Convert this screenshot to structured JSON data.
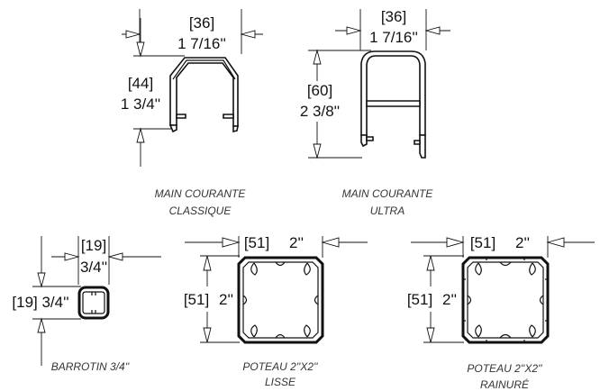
{
  "profiles": {
    "classique": {
      "width_mm": "[36]",
      "width_in": "1 7/16''",
      "height_mm": "[44]",
      "height_in": "1 3/4''",
      "caption_line1": "MAIN COURANTE",
      "caption_line2": "CLASSIQUE"
    },
    "ultra": {
      "width_mm": "[36]",
      "width_in": "1 7/16''",
      "height_mm": "[60]",
      "height_in": "2 3/8''",
      "caption_line1": "MAIN COURANTE",
      "caption_line2": "ULTRA"
    },
    "barrotin": {
      "width_mm": "[19]",
      "width_in": "3/4''",
      "height_label": "[19] 3/4''",
      "caption": "BARROTIN 3/4''"
    },
    "poteau_lisse": {
      "width_label_mm": "[51]",
      "width_label_in": "2''",
      "height_label_mm": "[51]",
      "height_label_in": "2''",
      "caption_line1": "POTEAU 2''X2''",
      "caption_line2": "LISSE"
    },
    "poteau_rainure": {
      "width_label_mm": "[51]",
      "width_label_in": "2''",
      "height_label_mm": "[51]",
      "height_label_in": "2''",
      "caption_line1": "POTEAU 2''X2''",
      "caption_line2": "RAINURÉ"
    }
  }
}
